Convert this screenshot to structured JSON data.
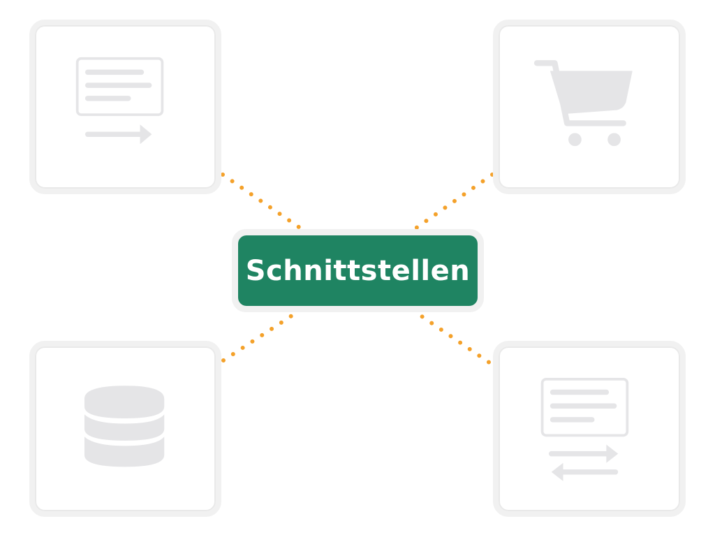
{
  "center": {
    "label": "Schnittstellen"
  },
  "nodes": [
    {
      "id": "document-export",
      "icon": "document-arrow-icon"
    },
    {
      "id": "shop",
      "icon": "shopping-cart-icon"
    },
    {
      "id": "database",
      "icon": "database-icon"
    },
    {
      "id": "data-exchange",
      "icon": "document-exchange-icon"
    }
  ],
  "colors": {
    "accent": "#1f8462",
    "connector": "#f4a12a",
    "icon": "#e5e5e7",
    "card_border": "#f1f1f1"
  }
}
